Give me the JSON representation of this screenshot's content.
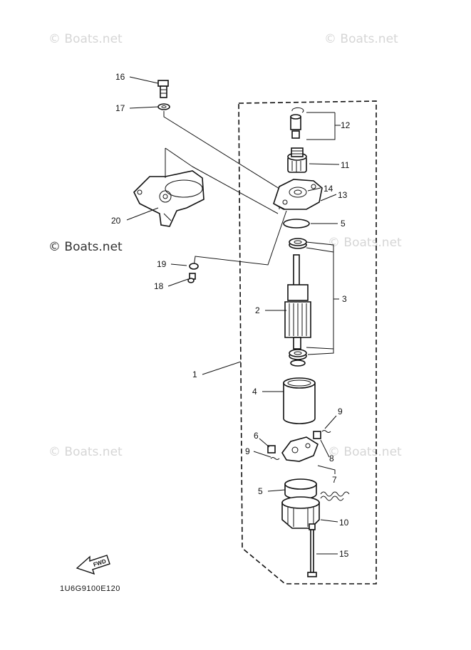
{
  "watermark": "© Boats.net",
  "diagram_code": "1U6G9100E120",
  "fwd_label": "FWD",
  "callouts": [
    "16",
    "17",
    "12",
    "11",
    "14",
    "13",
    "20",
    "5",
    "19",
    "18",
    "2",
    "3",
    "1",
    "4",
    "9",
    "6",
    "9",
    "8",
    "7",
    "5",
    "10",
    "15"
  ],
  "colors": {
    "ink": "#111111",
    "watermark": "#d6d6d6",
    "background": "#ffffff"
  }
}
